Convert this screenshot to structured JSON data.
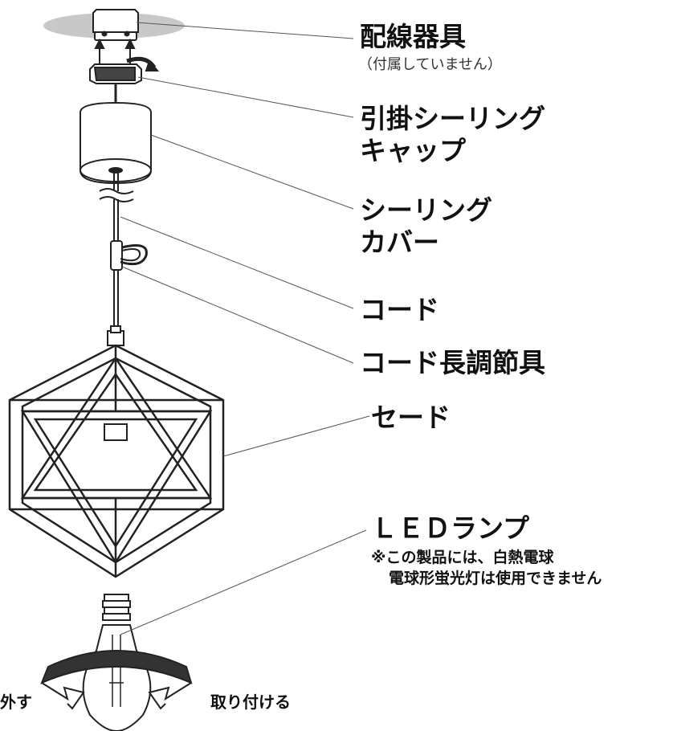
{
  "labels": {
    "wiring_device": "配線器具",
    "wiring_note": "（付属していません）",
    "hook_cap_line1": "引掛シーリング",
    "hook_cap_line2": "キャップ",
    "cover_line1": "シーリング",
    "cover_line2": "カバー",
    "cord": "コード",
    "cord_adjuster": "コード長調節具",
    "shade": "セード",
    "led_lamp": "ＬＥＤランプ",
    "led_note_line1": "※この製品には、白熱電球",
    "led_note_line2": "電球形蛍光灯は使用できません",
    "remove": "外す",
    "attach": "取り付ける"
  }
}
